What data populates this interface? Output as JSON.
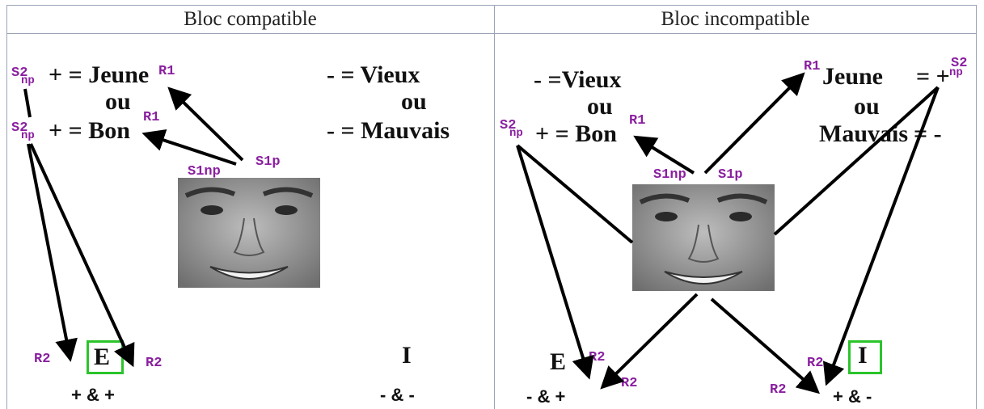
{
  "headers": {
    "left": "Bloc compatible",
    "right": "Bloc incompatible"
  },
  "left": {
    "jeune": "+ = Jeune",
    "ou1": "ou",
    "bon": "+ = Bon",
    "vieux": "- =  Vieux",
    "ou2": "ou",
    "mauvais": "- = Mauvais",
    "E": "E",
    "I": "I",
    "bottom_left": "+ & +",
    "bottom_right": "- & -"
  },
  "right": {
    "vieux": "- =Vieux",
    "ou1": "ou",
    "bon": "+ = Bon",
    "jeune": "Jeune",
    "jeune_suffix": "= +",
    "ou2": "ou",
    "mauvais": "Mauvais",
    "mauvais_suffix": "= -",
    "E": "E",
    "I": "I",
    "bottom_left": "- & +",
    "bottom_right": "+ & -"
  },
  "labels": {
    "S2": "S2",
    "np": "np",
    "R1": "R1",
    "R2": "R2",
    "S1np": "S1np",
    "S1p": "S1p"
  },
  "colors": {
    "label": "#8a1fa0",
    "box": "#2bc42b",
    "arrow": "#000000",
    "divider": "#9aa4b6"
  }
}
